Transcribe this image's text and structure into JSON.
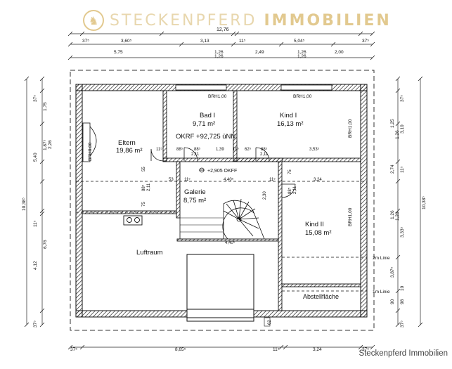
{
  "brand": {
    "name_light": "STECKENPFERD ",
    "name_bold": "IMMOBILIEN",
    "watermark": "Steckenpferd Immobilien",
    "logo_icon": "horse-logo-icon",
    "color": "#e2c98f"
  },
  "rooms": {
    "eltern": {
      "name": "Eltern",
      "area": "19,86 m²"
    },
    "bad": {
      "name": "Bad I",
      "area": "9,71 m²"
    },
    "kind1": {
      "name": "Kind I",
      "area": "16,13 m²"
    },
    "galerie": {
      "name": "Galerie",
      "area": "8,75 m²"
    },
    "kind2": {
      "name": "Kind II",
      "area": "15,08 m²"
    },
    "luftraum": {
      "name": "Luftraum"
    },
    "abstell": {
      "name": "Abstellfläche"
    }
  },
  "levels": {
    "okrf": "OKRF +92,725 üNN",
    "okff": "+2,905 OKFF"
  },
  "brh": {
    "bad": "BRH1,00",
    "kind1_top": "BRH1,00",
    "eltern": "BRH0,00",
    "kind1_side": "BRH1,00",
    "kind2": "BRH1,00"
  },
  "lines": {
    "line2": "2m Linie",
    "line1": "1m Linie"
  },
  "dims_top": {
    "total": "12,76",
    "r1": [
      "37⁵",
      "3,60⁵",
      "3,13",
      "11⁵",
      "5,04⁵",
      "37⁵"
    ],
    "r2": [
      "5,75",
      "1,26",
      "2,49",
      "1,26",
      "2,00"
    ],
    "r2b": [
      "1,26",
      "1,26"
    ]
  },
  "dims_bottom": [
    "37⁵",
    "8,65⁵",
    "11⁵",
    "3,24",
    "37⁵"
  ],
  "dims_left": {
    "outer": [
      "37⁵",
      "1,75",
      "5,40",
      "10,38⁵",
      "11⁵",
      "6,76",
      "4,12",
      "37⁵"
    ],
    "inner": [
      "1,87⁵",
      "2,26"
    ]
  },
  "dims_right": {
    "outer": [
      "37⁵",
      "3,10",
      "10,38⁵",
      "3,33⁵",
      "37⁵"
    ],
    "inner": [
      "1,25",
      "1,26",
      "2,74",
      "11⁵",
      "1,26",
      "1,26",
      "3,87⁵",
      "10",
      "90",
      "98"
    ]
  },
  "dims_inner": {
    "a": "88⁵",
    "b": "11⁵",
    "c": "88⁵",
    "d": "1,39",
    "e": "11⁵",
    "f": "62⁵",
    "g": "88⁵",
    "h": "3,53⁵",
    "o1": "2,11",
    "o2": "2,11",
    "g1": "53",
    "g2": "11⁵",
    "g3": "4,40⁵",
    "g4": "11⁵",
    "g5": "3,24",
    "v1": "55",
    "v2": "88⁵",
    "v3": "2,11",
    "v4": "2,30",
    "v5": "75",
    "v6": "88⁵",
    "v7": "2,11",
    "v8": "75",
    "g6": "4,40⁵",
    "s1": "62"
  }
}
